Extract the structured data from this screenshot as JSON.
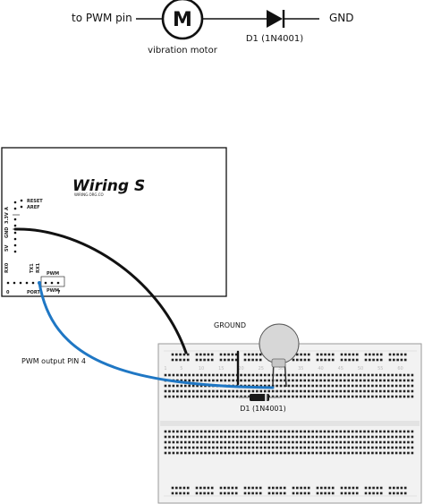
{
  "schematic": {
    "pwm_label": "to PWM pin",
    "motor_symbol": "M",
    "motor_label": "vibration motor",
    "diode_label": "D1 (1N4001)",
    "gnd_label": "GND"
  },
  "board": {
    "logo_text": "Wiring S",
    "logo_sub": "WIRING.ORG.CO",
    "pins_top": [
      "RESET",
      "AREF"
    ],
    "pins_left": [
      "3.3V",
      "GND",
      "5V",
      "RX0",
      "TX1",
      "RX1"
    ],
    "pin_a": "A",
    "pwm_tag": "PWM",
    "port_label": "PORT",
    "port_start": "0",
    "port_end": "7"
  },
  "breadboard": {
    "ground_label": "GROUND",
    "pwm_output_label": "PWM output PIN 4",
    "diode_label": "D1 (1N4001)",
    "column_numbers": [
      "1",
      "5",
      "10",
      "15",
      "20",
      "25",
      "30",
      "35",
      "40",
      "45",
      "50",
      "55",
      "60"
    ]
  },
  "colors": {
    "ink": "#111111",
    "wire_black": "#111111",
    "wire_blue": "#1f77c4",
    "breadboard": "#f2f2f2",
    "motor": "#d7d7d7"
  }
}
